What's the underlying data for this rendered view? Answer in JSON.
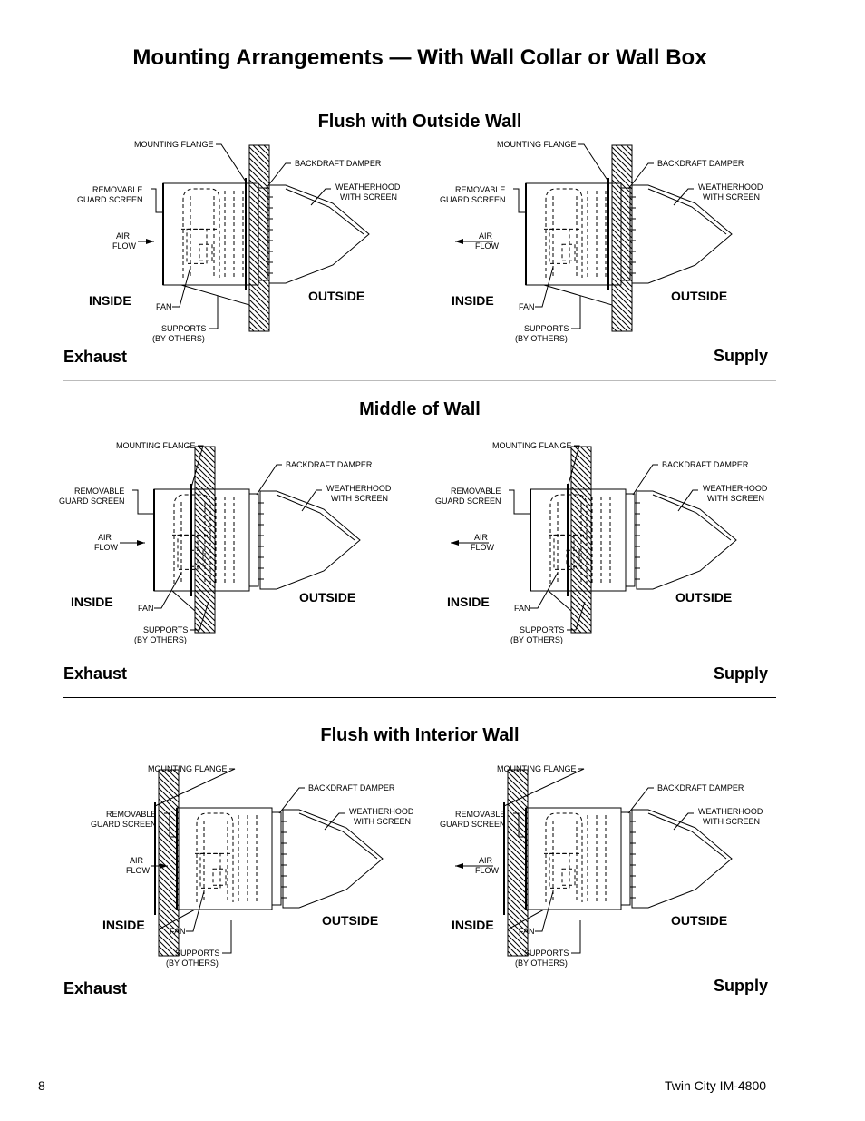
{
  "title": "Mounting Arrangements — With Wall Collar or Wall Box",
  "sections": [
    {
      "title": "Flush with Outside Wall",
      "left_label": "Exhaust",
      "right_label": "Supply"
    },
    {
      "title": "Middle of Wall",
      "left_label": "Exhaust",
      "right_label": "Supply"
    },
    {
      "title": "Flush with Interior Wall",
      "left_label": "Exhaust",
      "right_label": "Supply"
    }
  ],
  "callouts": {
    "mounting_flange": "MOUNTING  FLANGE",
    "backdraft_damper": "BACKDRAFT  DAMPER",
    "weatherhood_1": "WEATHERHOOD",
    "weatherhood_2": "WITH  SCREEN",
    "guard_1": "REMOVABLE",
    "guard_2": "GUARD  SCREEN",
    "air_1": "AIR",
    "air_2": "FLOW",
    "fan": "FAN",
    "supports_1": "SUPPORTS",
    "supports_2": "(BY  OTHERS)",
    "inside": "INSIDE",
    "outside": "OUTSIDE"
  },
  "footer": {
    "page_number": "8",
    "doc_id": "Twin  City  IM-4800"
  }
}
